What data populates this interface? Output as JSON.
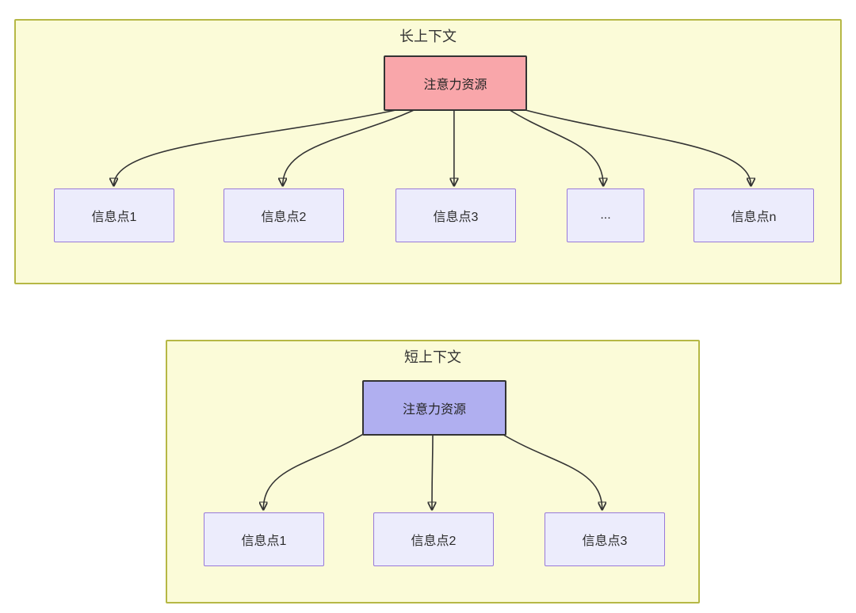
{
  "colors": {
    "canvas_background": "#ffffff",
    "panel_fill": "#fbfbd8",
    "panel_border": "#b6b845",
    "attention_long_fill": "#f9a6aa",
    "attention_short_fill": "#b0aff0",
    "attention_border": "#333333",
    "info_node_fill": "#ececfc",
    "info_node_border": "#9879d9",
    "arrow": "#333333",
    "text": "#2b2b2b"
  },
  "long_context": {
    "title": "长上下文",
    "root_label": "注意力资源",
    "nodes": [
      {
        "label": "信息点1"
      },
      {
        "label": "信息点2"
      },
      {
        "label": "信息点3"
      },
      {
        "label": "..."
      },
      {
        "label": "信息点n"
      }
    ]
  },
  "short_context": {
    "title": "短上下文",
    "root_label": "注意力资源",
    "nodes": [
      {
        "label": "信息点1"
      },
      {
        "label": "信息点2"
      },
      {
        "label": "信息点3"
      }
    ]
  }
}
